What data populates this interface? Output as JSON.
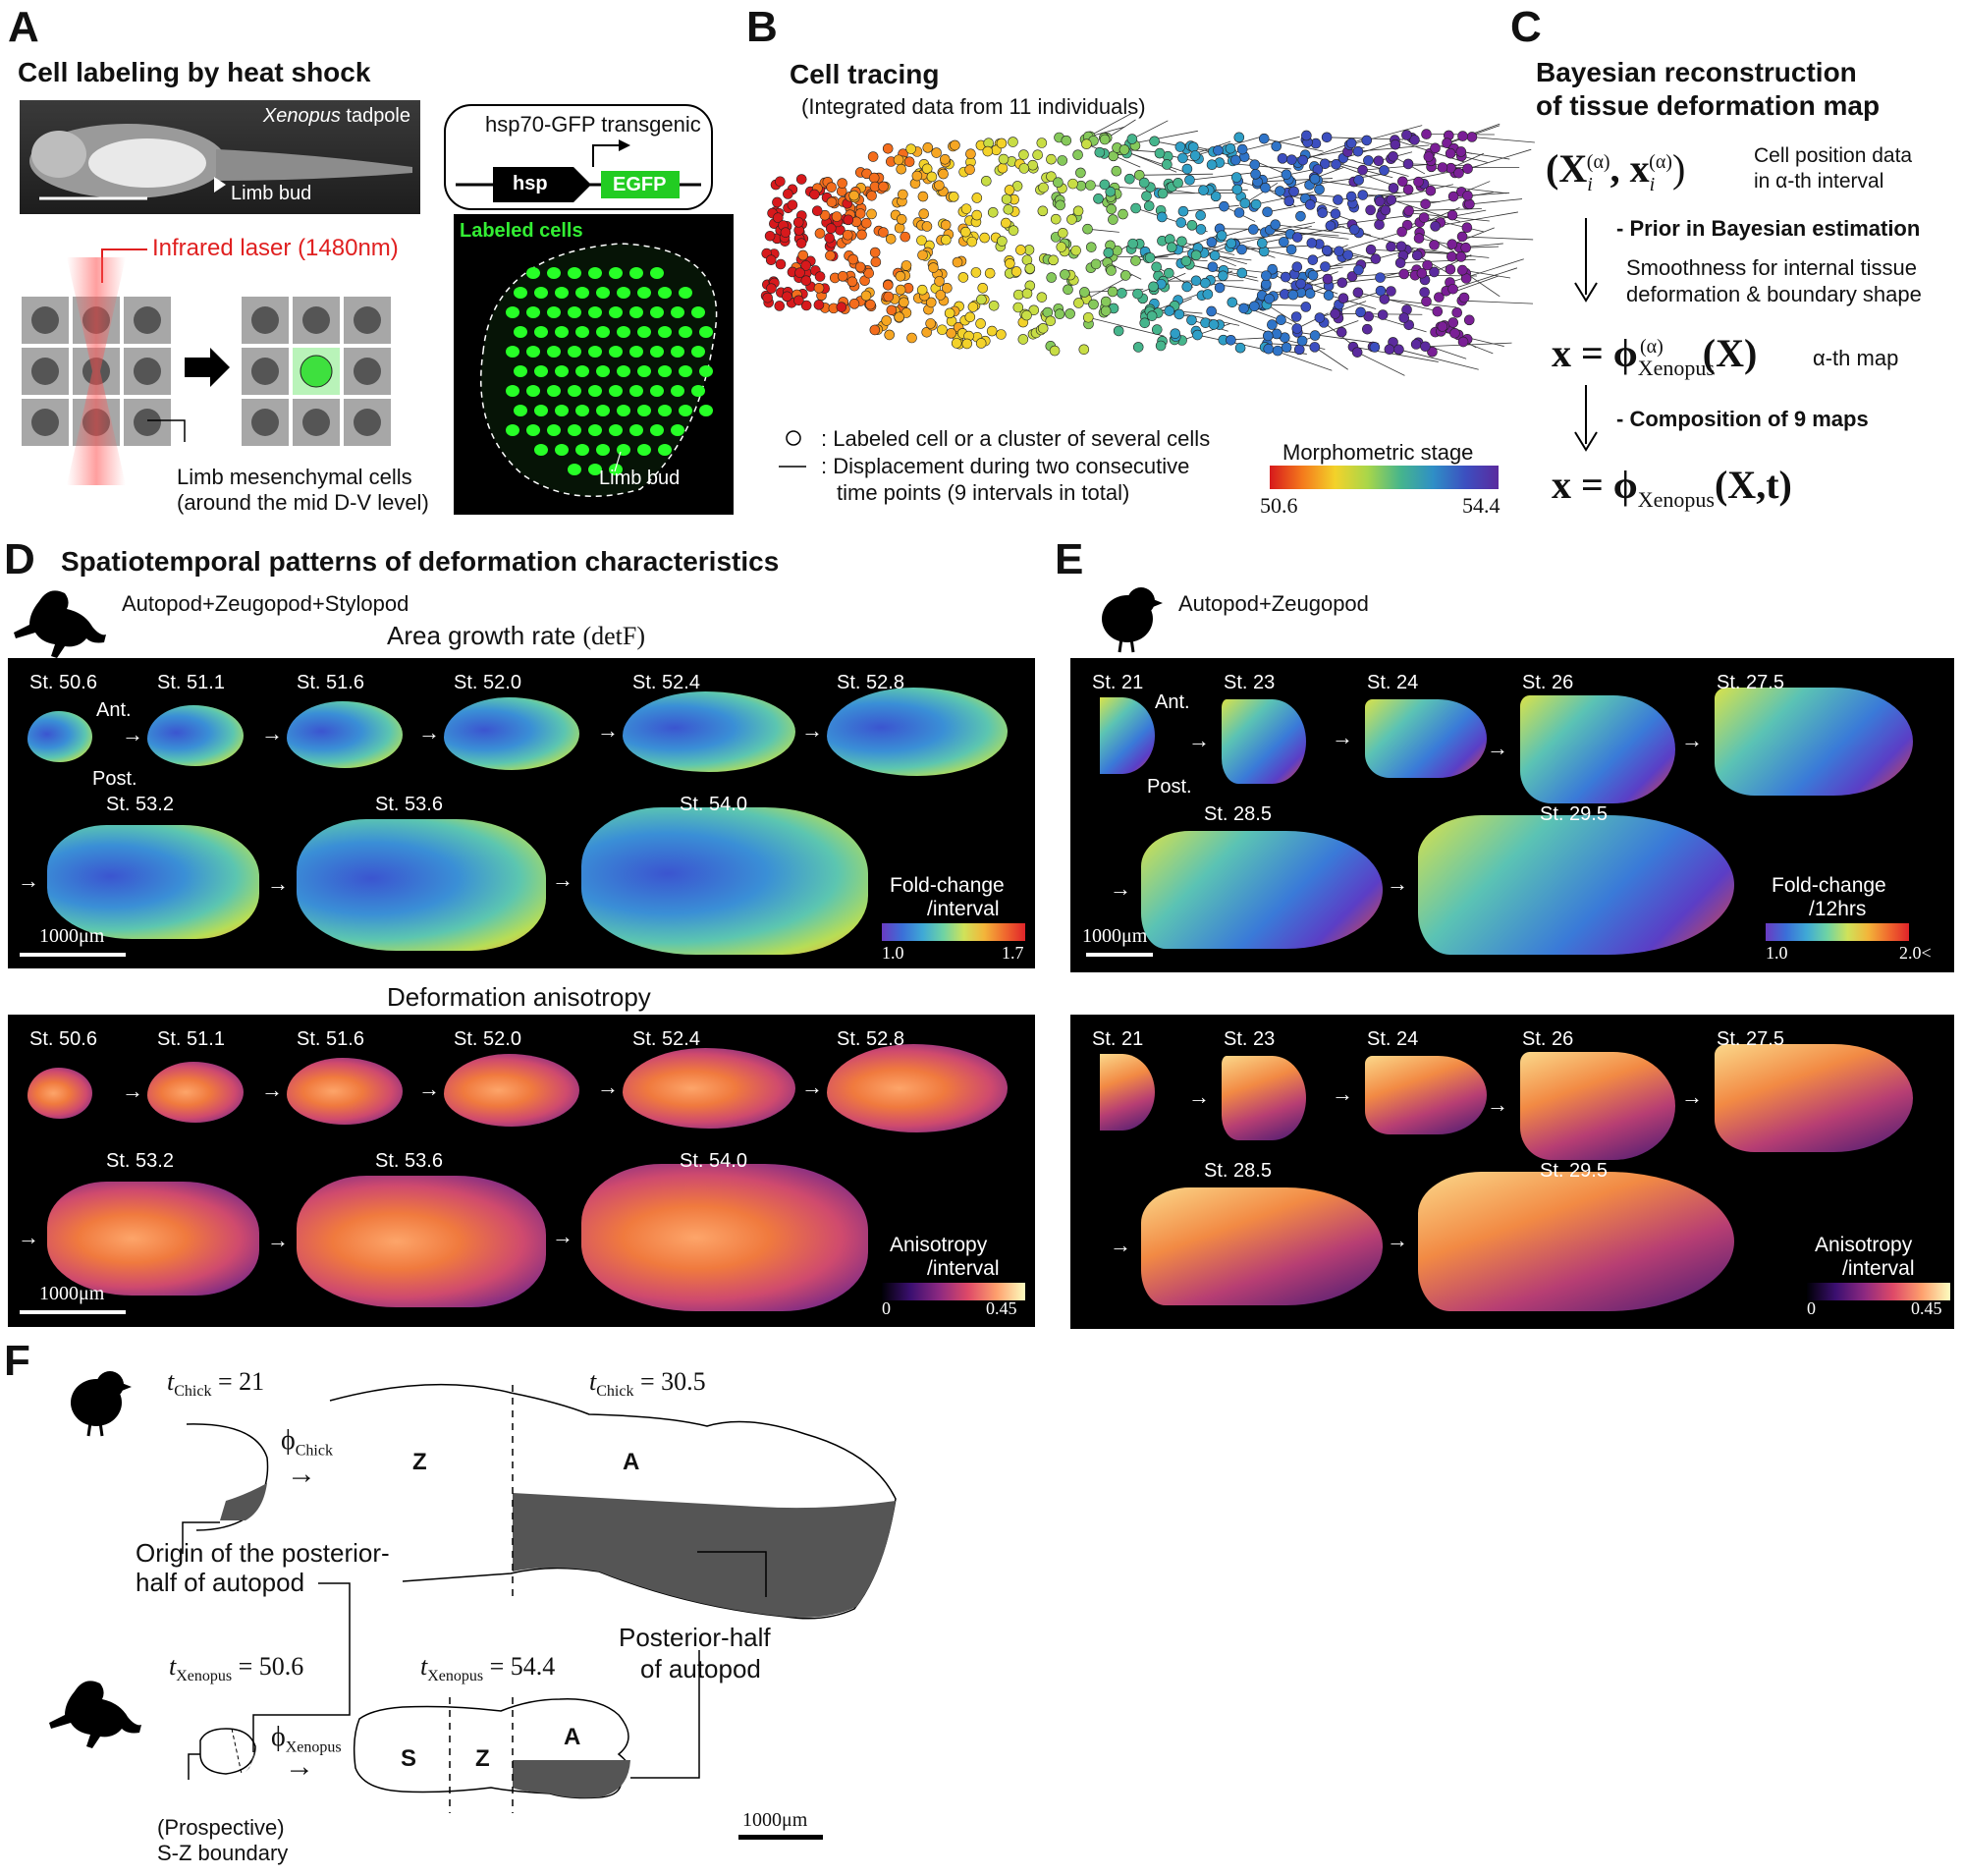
{
  "panels": {
    "A": {
      "label": "A",
      "title": "Cell labeling by heat shock",
      "photo_label_italic": "Xenopus",
      "photo_label_rest": " tadpole",
      "limb_bud": "Limb bud",
      "laser": "Infrared laser (1480nm)",
      "mesenchymal_line1": "Limb mesenchymal cells",
      "mesenchymal_line2": "(around the mid D-V level)",
      "transgenic": "hsp70-GFP transgenic",
      "hsp": "hsp",
      "egfp": "EGFP",
      "labeled_cells": "Labeled cells",
      "limb_bud_2": "Limb bud"
    },
    "B": {
      "label": "B",
      "title": "Cell tracing",
      "subtitle": "(Integrated data from 11 individuals)",
      "legend_circle": ": Labeled cell or a cluster of several cells",
      "legend_line1": ": Displacement during two consecutive",
      "legend_line2": "time points (9 intervals in total)",
      "colorbar_title": "Morphometric stage",
      "colorbar_min": "50.6",
      "colorbar_max": "54.4"
    },
    "C": {
      "label": "C",
      "title_line1": "Bayesian reconstruction",
      "title_line2": "of tissue deformation map",
      "data_desc1": "Cell position data",
      "data_desc2": "in α-th interval",
      "prior": "- Prior in Bayesian estimation",
      "smooth1": "Smoothness for internal tissue",
      "smooth2": "deformation & boundary shape",
      "map_desc": "α-th map",
      "composition": "- Composition of 9 maps",
      "eq1_left": "(X",
      "eq1_mid": ", x",
      "eq1_sup": "(α)",
      "eq1_sub": "i",
      "eq2_x": "x = ϕ",
      "eq2_sub": "Xenopus",
      "eq2_arg": "(X)",
      "eq3_arg": "(X,t)"
    },
    "D": {
      "label": "D",
      "title": "Spatiotemporal patterns of deformation characteristics",
      "subtitle": "Autopod+Zeugopod+Stylopod",
      "area_title": "Area growth rate",
      "area_formula": "(detF)",
      "aniso_title": "Deformation anisotropy",
      "stages_row1": [
        "St. 50.6",
        "St. 51.1",
        "St. 51.6",
        "St. 52.0",
        "St. 52.4",
        "St. 52.8"
      ],
      "stages_row2": [
        "St. 53.2",
        "St. 53.6",
        "St. 54.0"
      ],
      "ant": "Ant.",
      "post": "Post.",
      "fold_title1": "Fold-change",
      "fold_title2": "/interval",
      "fold_min": "1.0",
      "fold_max": "1.7",
      "aniso_cb1": "Anisotropy",
      "aniso_cb2": "/interval",
      "aniso_min": "0",
      "aniso_max": "0.45",
      "scale": "1000μm"
    },
    "E": {
      "label": "E",
      "subtitle": "Autopod+Zeugopod",
      "stages_row1": [
        "St. 21",
        "St. 23",
        "St. 24",
        "St. 26",
        "St. 27.5"
      ],
      "stages_row2": [
        "St. 28.5",
        "St. 29.5"
      ],
      "ant": "Ant.",
      "post": "Post.",
      "fold_title1": "Fold-change",
      "fold_title2": "/12hrs",
      "fold_min": "1.0",
      "fold_max": "2.0<",
      "aniso_cb1": "Anisotropy",
      "aniso_cb2": "/interval",
      "aniso_min": "0",
      "aniso_max": "0.45",
      "scale": "1000μm"
    },
    "F": {
      "label": "F",
      "t_chick_21": "= 21",
      "t_chick_305": "= 30.5",
      "t_xen_506": "= 50.6",
      "t_xen_544": "= 54.4",
      "t_sub_chick": "Chick",
      "t_sub_xen": "Xenopus",
      "phi_chick": "Chick",
      "phi_xen": "Xenopus",
      "Z": "Z",
      "A": "A",
      "S": "S",
      "origin1": "Origin of the posterior-",
      "origin2": "half of autopod",
      "posterior1": "Posterior-half",
      "posterior2": "of autopod",
      "prospective1": "(Prospective)",
      "prospective2": "S-Z boundary",
      "scale": "1000μm"
    }
  },
  "colors": {
    "laser_red": "#e02020",
    "gfp_green": "#22dd22",
    "panel_black": "#000000",
    "shade_gray": "#555555"
  }
}
